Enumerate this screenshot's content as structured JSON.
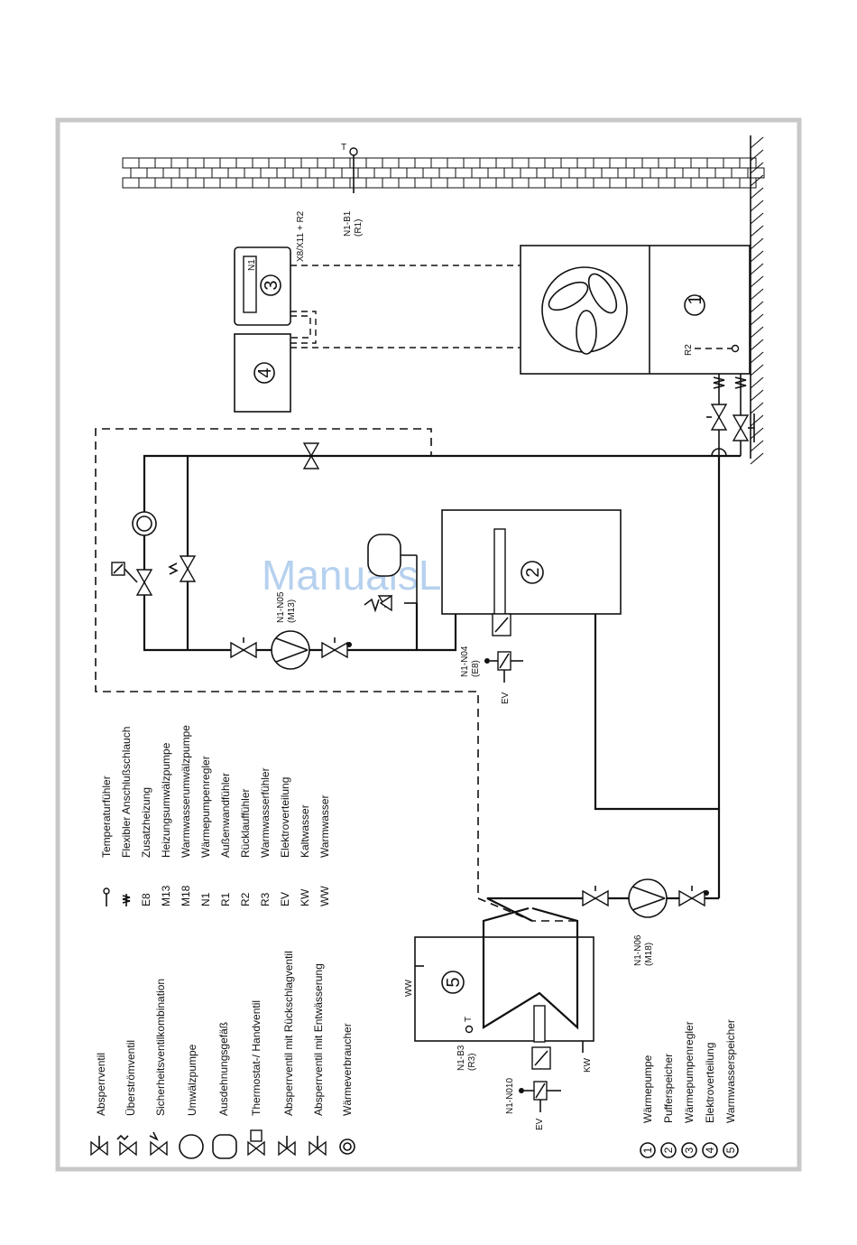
{
  "watermark": "ManualsLib.de",
  "legend_symbols": [
    "Absperrventil",
    "Überströmventil",
    "Sicherheitsventilkombination",
    "Umwälzpumpe",
    "Ausdehnungsgefäß",
    "Thermostat-/ Handventil",
    "Absperrventil mit Rückschlagventil",
    "Absperrventil mit Entwässerung",
    "Wärmeverbraucher"
  ],
  "legend_codes": [
    {
      "code": "",
      "text": "Temperaturfühler"
    },
    {
      "code": "",
      "text": "Flexibler Anschlußschlauch"
    },
    {
      "code": "E8",
      "text": "Zusatzheizung"
    },
    {
      "code": "M13",
      "text": "Heizungsumwälzpumpe"
    },
    {
      "code": "M18",
      "text": "Warmwasserumwälzpumpe"
    },
    {
      "code": "N1",
      "text": "Wärmepumpenregler"
    },
    {
      "code": "R1",
      "text": "Außenwandfühler"
    },
    {
      "code": "R2",
      "text": "Rücklauffühler"
    },
    {
      "code": "R3",
      "text": "Warmwasserfühler"
    },
    {
      "code": "EV",
      "text": "Elektroverteilung"
    },
    {
      "code": "KW",
      "text": "Kaltwasser"
    },
    {
      "code": "WW",
      "text": "Warmwasser"
    }
  ],
  "legend_numbers": [
    {
      "num": "1",
      "text": "Wärmepumpe"
    },
    {
      "num": "2",
      "text": "Pufferspeicher"
    },
    {
      "num": "3",
      "text": "Wärmepumpenregler"
    },
    {
      "num": "4",
      "text": "Elektroverteilung"
    },
    {
      "num": "5",
      "text": "Warmwasserspeicher"
    }
  ],
  "labels": {
    "b1": "N1-B1",
    "b1_sub": "(R1)",
    "x8": "X8/X11 + R2",
    "t_top": "T",
    "n1": "N1",
    "r2": "R2",
    "n05": "N1-N05",
    "n05_sub": "(M13)",
    "n04": "N1-N04",
    "n04_sub": "(E8)",
    "ev1": "EV",
    "n06": "N1-N06",
    "n06_sub": "(M18)",
    "b3": "N1-B3",
    "b3_sub": "(R3)",
    "t_tank": "T",
    "n010": "N1-N010",
    "ev2": "EV",
    "ww": "WW",
    "kw": "KW",
    "c1": "1",
    "c2": "2",
    "c3": "3",
    "c4": "4",
    "c5": "5"
  }
}
